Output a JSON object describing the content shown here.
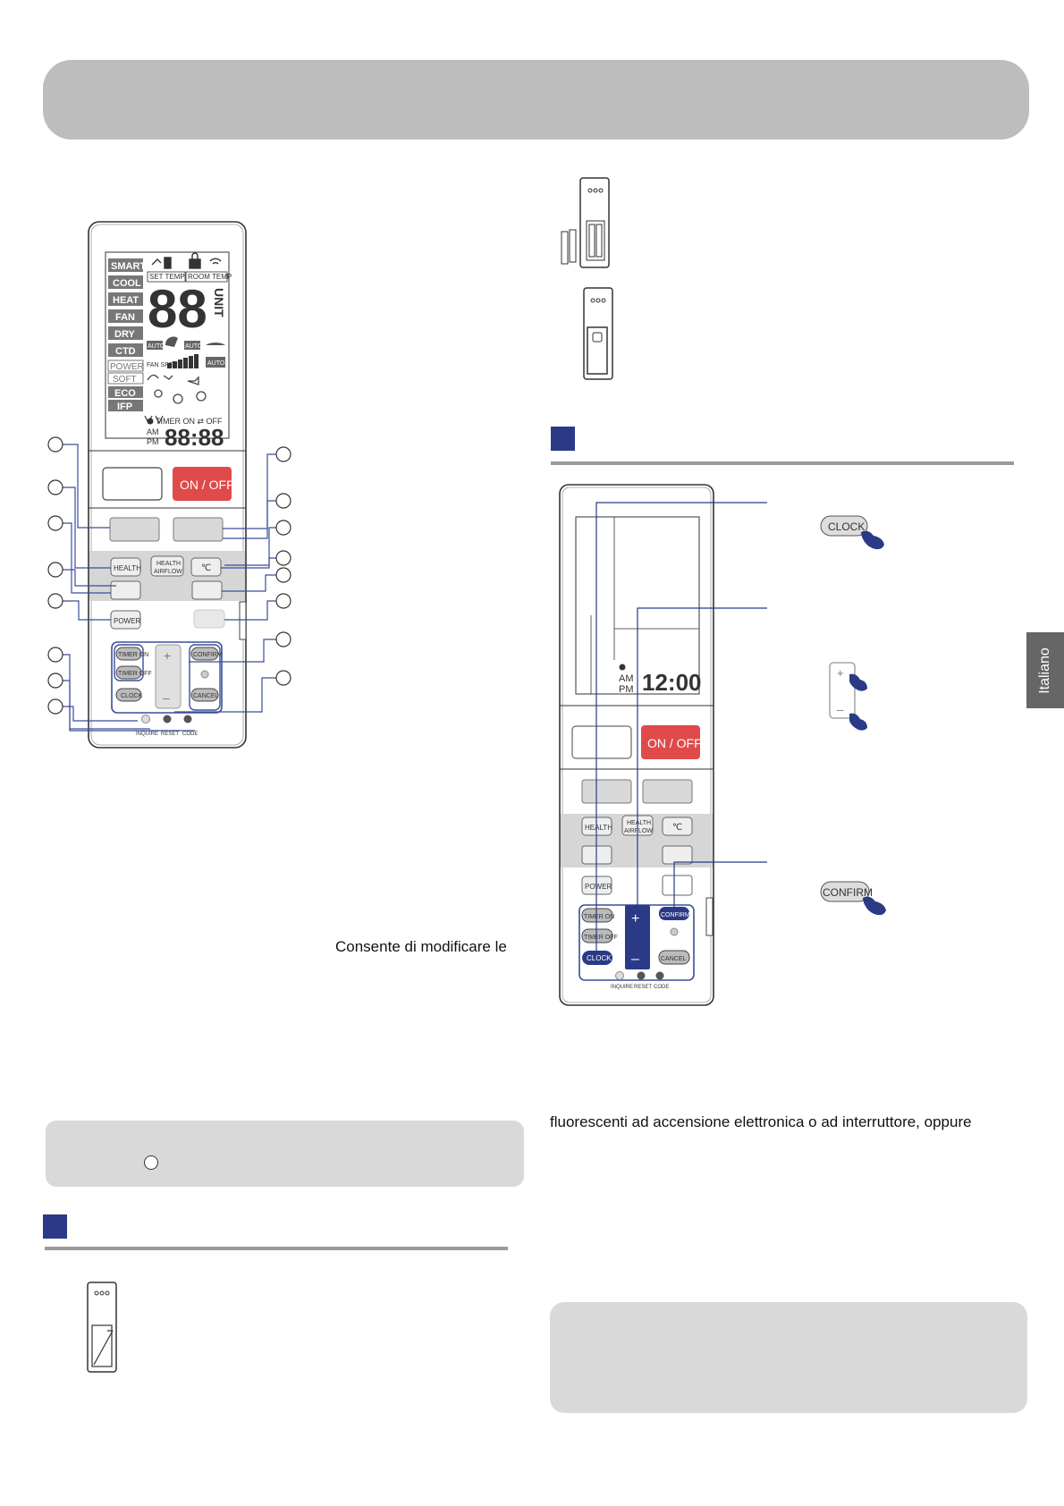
{
  "page": {
    "side_tab": "Italiano",
    "text_modify": "Consente di modificare le",
    "text_fluorescent": "fluorescenti ad accensione elettronica o ad interruttore, oppure"
  },
  "remote": {
    "lcd_modes": [
      "SMART",
      "COOL",
      "HEAT",
      "FAN",
      "DRY",
      "CTD"
    ],
    "lcd_set_temp": "SET TEMP",
    "lcd_room_temp": "ROOM TEMP",
    "lcd_digits": "88",
    "lcd_unit": "UNIT",
    "lcd_auto": "AUTO",
    "lcd_fan_speed": "FAN SPEED",
    "lcd_power": "POWER",
    "lcd_soft": "SOFT",
    "lcd_eco": "ECO",
    "lcd_ifp": "IFP",
    "lcd_timer": "TIMER ON ⇄ OFF",
    "lcd_am": "AM",
    "lcd_pm": "PM",
    "lcd_time": "88:88",
    "btn_on_off": "ON / OFF",
    "btn_health": "HEALTH",
    "btn_health_airflow_1": "HEALTH",
    "btn_health_airflow_2": "AIRFLOW",
    "btn_celsius": "℃",
    "btn_power": "POWER",
    "btn_timer_on": "TIMER ON",
    "btn_timer_off": "TIMER OFF",
    "btn_clock": "CLOCK",
    "btn_confirm": "CONFIRM",
    "btn_cancel": "CANCEL",
    "btn_plus": "+",
    "btn_minus": "–",
    "label_inquire": "INQUIRE",
    "label_reset": "RESET",
    "label_code": "CODE"
  },
  "clock_remote": {
    "am": "AM",
    "pm": "PM",
    "time": "12:00"
  },
  "callouts": {
    "clock": "CLOCK",
    "confirm": "CONFIRM",
    "plus": "+",
    "minus": "–"
  }
}
